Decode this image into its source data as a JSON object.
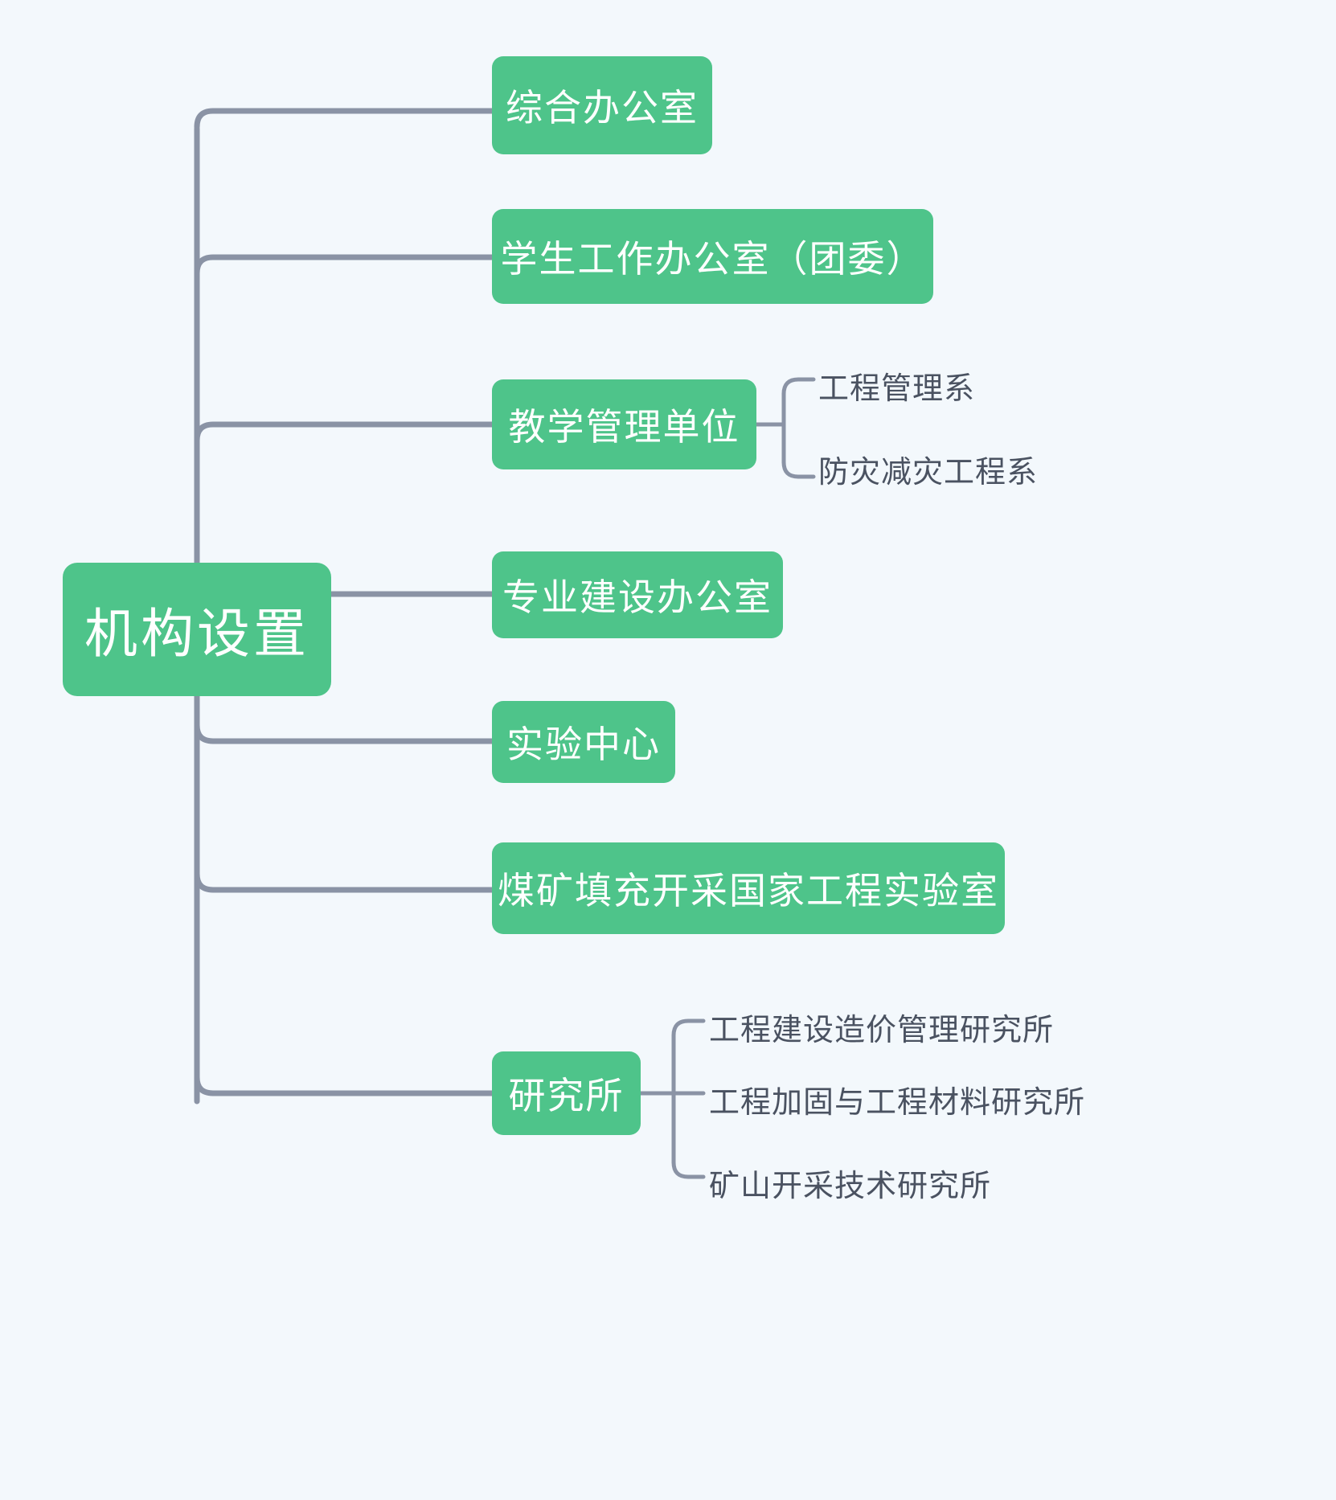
{
  "diagram": {
    "type": "mind-map",
    "title": "机构设置",
    "background_color": "#f3f8fc",
    "node_color": "#4ec48a",
    "node_text_color": "#ffffff",
    "connector_color": "#8a93a5",
    "leaf_text_color": "#4a5261",
    "root": {
      "label": "机构设置"
    },
    "branches": [
      {
        "label": "综合办公室",
        "children": []
      },
      {
        "label": "学生工作办公室（团委）",
        "children": []
      },
      {
        "label": "教学管理单位",
        "children": [
          {
            "label": "工程管理系"
          },
          {
            "label": "防灾减灾工程系"
          }
        ]
      },
      {
        "label": "专业建设办公室",
        "children": []
      },
      {
        "label": "实验中心",
        "children": []
      },
      {
        "label": "煤矿填充开采国家工程实验室",
        "children": []
      },
      {
        "label": "研究所",
        "children": [
          {
            "label": "工程建设造价管理研究所"
          },
          {
            "label": "工程加固与工程材料研究所"
          },
          {
            "label": "矿山开采技术研究所"
          }
        ]
      }
    ]
  }
}
